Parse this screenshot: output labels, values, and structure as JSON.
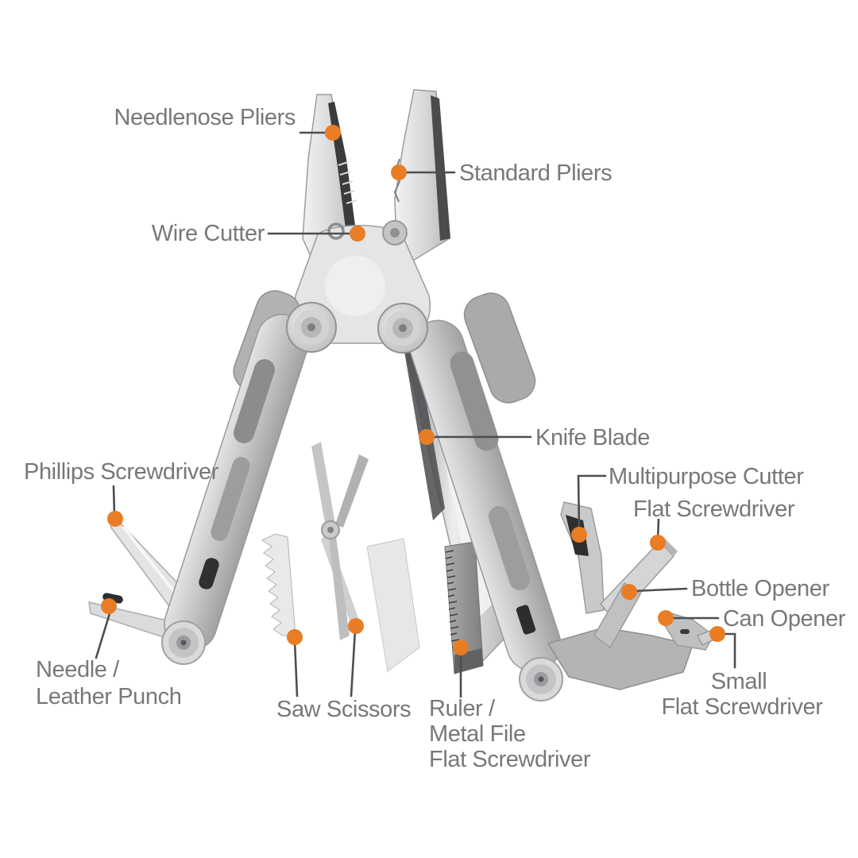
{
  "diagram": {
    "product": "multitool-pliers-feature-callouts",
    "accent_color": "#e87d25",
    "label_color": "#77787a",
    "leader_line_color": "#4d4e50",
    "background_color": "#ffffff",
    "labels": [
      {
        "id": "needlenose-pliers",
        "lines": [
          "Needlenose Pliers"
        ]
      },
      {
        "id": "standard-pliers",
        "lines": [
          "Standard Pliers"
        ]
      },
      {
        "id": "wire-cutter",
        "lines": [
          "Wire Cutter"
        ]
      },
      {
        "id": "knife-blade",
        "lines": [
          "Knife Blade"
        ]
      },
      {
        "id": "phillips-screwdriver",
        "lines": [
          "Phillips Screwdriver"
        ]
      },
      {
        "id": "multipurpose-cutter",
        "lines": [
          "Multipurpose Cutter"
        ]
      },
      {
        "id": "flat-screwdriver",
        "lines": [
          "Flat Screwdriver"
        ]
      },
      {
        "id": "bottle-opener",
        "lines": [
          "Bottle Opener"
        ]
      },
      {
        "id": "can-opener",
        "lines": [
          "Can Opener"
        ]
      },
      {
        "id": "needle-leather-punch",
        "lines": [
          "Needle /",
          "Leather Punch"
        ]
      },
      {
        "id": "saw-scissors",
        "lines": [
          "Saw Scissors"
        ]
      },
      {
        "id": "ruler-metal-file",
        "lines": [
          "Ruler /",
          "Metal File",
          "Flat Screwdriver"
        ]
      },
      {
        "id": "small-flat-screwdriver",
        "lines": [
          "Small",
          "Flat Screwdriver"
        ]
      }
    ]
  }
}
